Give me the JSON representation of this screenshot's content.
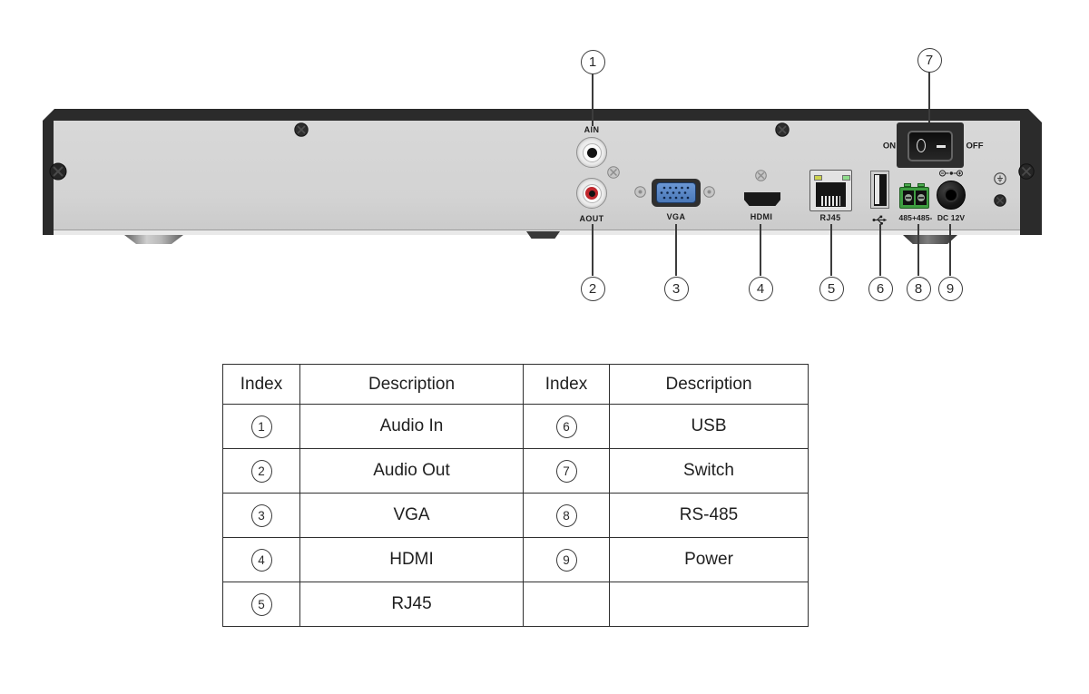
{
  "device": {
    "port_labels": {
      "ain": "AIN",
      "aout": "AOUT",
      "vga": "VGA",
      "hdmi": "HDMI",
      "rj45": "RJ45",
      "rs485": "485+485-",
      "dc": "DC 12V"
    },
    "switch": {
      "on": "ON",
      "off": "OFF"
    },
    "icons": {
      "usb": "usb-symbol",
      "ground": "ground-symbol",
      "polarity": "dc-polarity-symbol"
    }
  },
  "callouts": {
    "nums": [
      "1",
      "2",
      "3",
      "4",
      "5",
      "6",
      "7",
      "8",
      "9"
    ]
  },
  "table": {
    "headers": [
      "Index",
      "Description",
      "Index",
      "Description"
    ],
    "rows": [
      {
        "i1": "1",
        "d1": "Audio In",
        "i2": "6",
        "d2": "USB"
      },
      {
        "i1": "2",
        "d1": "Audio Out",
        "i2": "7",
        "d2": "Switch"
      },
      {
        "i1": "3",
        "d1": "VGA",
        "i2": "8",
        "d2": "RS-485"
      },
      {
        "i1": "4",
        "d1": "HDMI",
        "i2": "9",
        "d2": "Power"
      },
      {
        "i1": "5",
        "d1": "RJ45"
      }
    ]
  },
  "colors": {
    "frame_black": "#2b2b2b",
    "panel_gray": "#d4d4d4",
    "vga_blue": "#4a78b8",
    "led_yellow": "#cdd24e",
    "led_green": "#8fdc8c",
    "terminal_green": "#3e9e41",
    "rca_red": "#c0272d"
  }
}
